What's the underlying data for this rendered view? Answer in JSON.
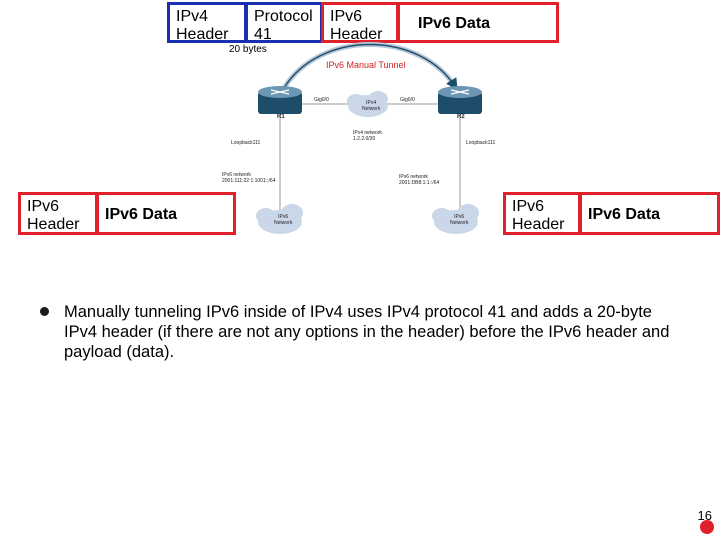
{
  "top_packet": {
    "ipv4_header": "IPv4\nHeader",
    "protocol": "Protocol\n41",
    "ipv6_header": "IPv6\nHeader",
    "ipv6_data": "IPv6 Data",
    "size_note": "20 bytes"
  },
  "tunnel_label": "IPv6 Manual Tunnel",
  "left_packet": {
    "header": "IPv6\nHeader",
    "data": "IPv6 Data"
  },
  "right_packet": {
    "header": "IPv6\nHeader",
    "data": "IPv6 Data"
  },
  "topology": {
    "r1": "R1",
    "r2": "R2",
    "ipv4_cloud": "IPv4\nNetwork",
    "ipv6_cloud_left": "IPv6\nNetwork",
    "ipv6_cloud_right": "IPv6\nNetwork",
    "if_left": "Gig0/0",
    "if_right": "Gig0/0",
    "loopback_left": "Loopback111",
    "loopback_right": "Loopback111",
    "ipv4_net": "IPv4 network\n1.2.2.0/30",
    "ipv6_net_left": "IPv6 network\n2001:111:22:1:1001::/64",
    "ipv6_net_right": "IPv6 network\n2001:DB8:1:1::/64"
  },
  "bullet": "Manually tunneling IPv6 inside of IPv4 uses IPv4 protocol 41 and adds a 20-byte IPv4 header (if there are not any options in the header) before the IPv6 header and payload (data).",
  "page_number": "16",
  "colors": {
    "blue": "#1a2fb0",
    "red": "#e0202a",
    "router": "#1e4d6b",
    "cloud": "#c9d7e8"
  }
}
